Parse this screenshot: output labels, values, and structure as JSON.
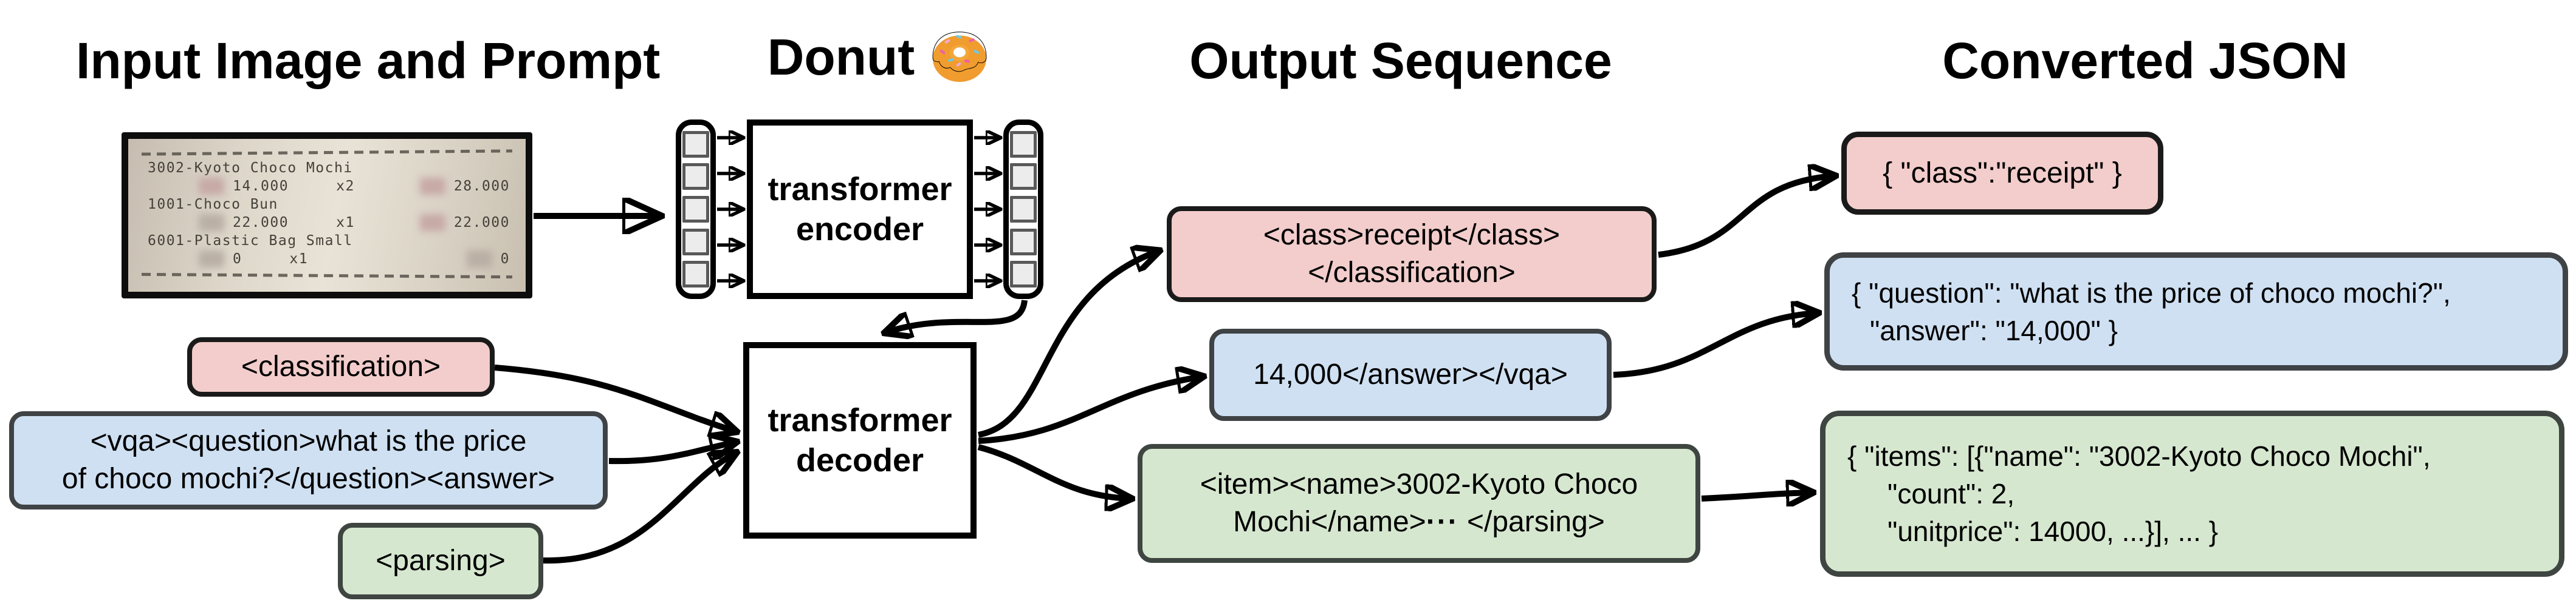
{
  "headers": {
    "input": "Input Image and Prompt",
    "model": "Donut",
    "output": "Output Sequence",
    "json": "Converted JSON"
  },
  "receipt": {
    "lines": [
      {
        "name": "3002-Kyoto Choco Mochi"
      },
      {
        "unit": "14.000",
        "qty": "x2",
        "total": "28.000"
      },
      {
        "name": "1001-Choco Bun"
      },
      {
        "unit": "22.000",
        "qty": "x1",
        "total": "22.000"
      },
      {
        "name": "6001-Plastic Bag Small"
      },
      {
        "unit": "0",
        "qty": "x1",
        "total": "0"
      }
    ]
  },
  "encoder": {
    "label_line1": "transformer",
    "label_line2": "encoder",
    "patch_count": 5
  },
  "decoder": {
    "label_line1": "transformer",
    "label_line2": "decoder"
  },
  "prompts": {
    "classification": {
      "text": "<classification>"
    },
    "vqa": {
      "lines": [
        "<vqa><question>what is the price",
        "of choco mochi?</question><answer>"
      ]
    },
    "parsing": {
      "text": "<parsing>"
    }
  },
  "outputs": {
    "classification": {
      "lines": [
        "<class>receipt</class>",
        "</classification>"
      ]
    },
    "vqa": {
      "text": "14,000</answer></vqa>"
    },
    "parsing": {
      "line1": "<item><name>3002-Kyoto Choco",
      "line2_pre": "Mochi</name>",
      "line2_dots": "···",
      "line2_post": " </parsing>"
    }
  },
  "json_outputs": {
    "classification": {
      "text": "{ \"class\":\"receipt\" }"
    },
    "vqa": {
      "lines": [
        "{ \"question\": \"what is the price of choco mochi?\",",
        "\"answer\": \"14,000\" }"
      ]
    },
    "parsing": {
      "lines": [
        "{ \"items\": [{\"name\": \"3002-Kyoto Choco Mochi\",",
        "\"count\": 2,",
        "\"unitprice\": 14000, ...}], ... }"
      ]
    }
  },
  "colors": {
    "pink_fill": "#f2cdcb",
    "blue_fill": "#cfe0f2",
    "green_fill": "#d6e7cf",
    "box_border": "#3f4345",
    "black": "#000000",
    "receipt_paper": "#e3ddd1"
  }
}
